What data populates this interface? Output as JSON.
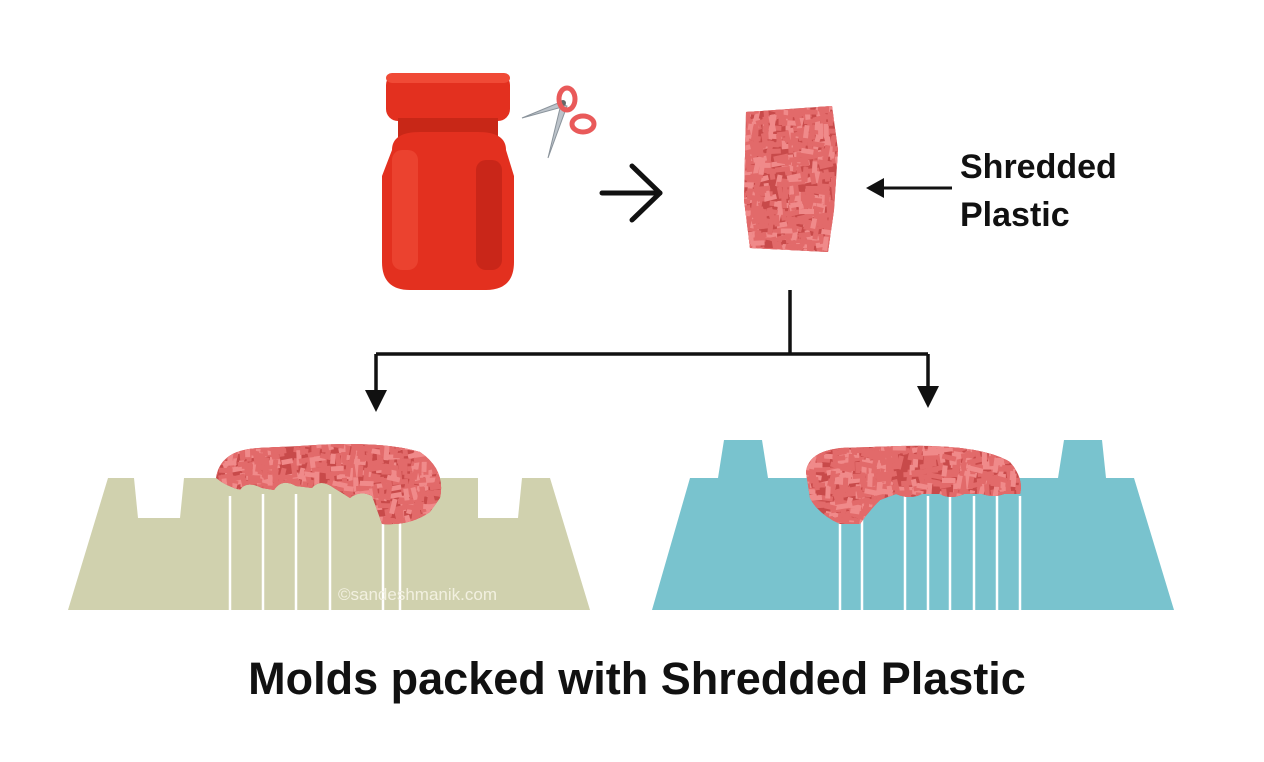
{
  "diagram": {
    "shredded_label_line1": "Shredded",
    "shredded_label_line2": "Plastic",
    "caption": "Molds packed with Shredded Plastic",
    "watermark": "©sandeshmanik.com"
  },
  "colors": {
    "bottle": "#e3301f",
    "bottle_shade": "#b51f14",
    "shreds": "#e26a6a",
    "shreds_dark": "#c84a4a",
    "mold_left": "#d0d1ae",
    "mold_right": "#79c3ce",
    "arrow": "#111111"
  },
  "icons": [
    "bottle-icon",
    "scissors-icon",
    "arrow-right-icon",
    "arrow-left-icon",
    "arrow-down-icon"
  ]
}
